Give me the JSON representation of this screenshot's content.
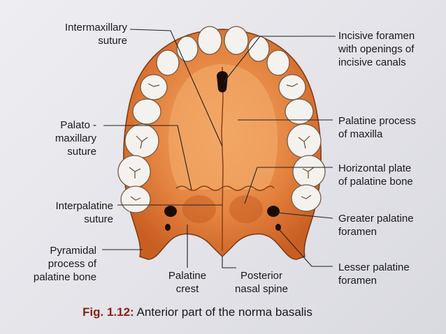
{
  "labels": {
    "intermaxillary": "Intermaxillary\nsuture",
    "incisive_foramen": "Incisive foramen\nwith openings of\nincisive canals",
    "palato_maxillary": "Palato -\nmaxillary\nsuture",
    "palatine_process": "Palatine process\nof maxilla",
    "horizontal_plate": "Horizontal plate\nof palatine bone",
    "interpalatine": "Interpalatine\nsuture",
    "greater_palatine": "Greater palatine\nforamen",
    "pyramidal": "Pyramidal\nprocess of\npalatine bone",
    "palatine_crest": "Palatine\ncrest",
    "posterior_nasal_spine": "Posterior\nnasal spine",
    "lesser_palatine": "Lesser palatine\nforamen"
  },
  "caption": {
    "number": "Fig. 1.12:",
    "text": "Anterior part of the norma basalis"
  },
  "colors": {
    "bone": "#d9712f",
    "bone_light": "#f0a564",
    "tooth": "#f4f2ee",
    "caption_number": "#8a1f12"
  }
}
